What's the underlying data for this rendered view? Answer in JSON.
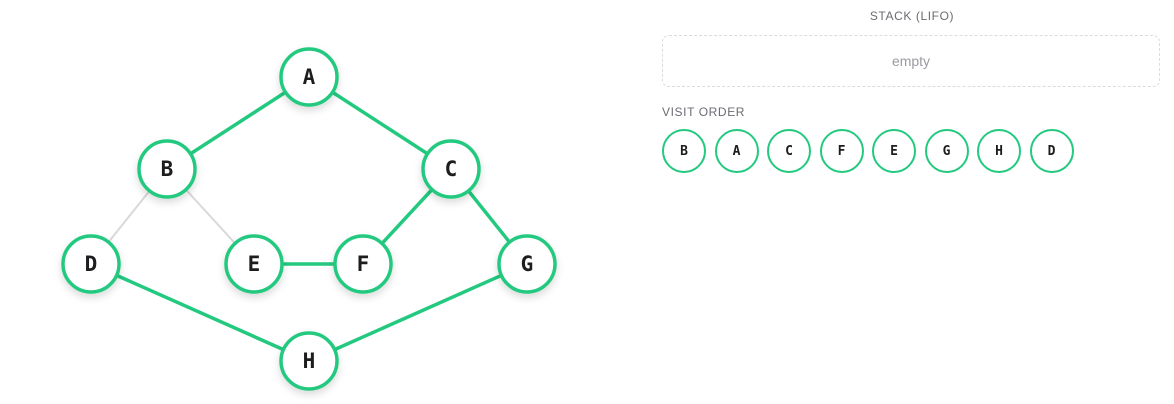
{
  "colors": {
    "visited": "#22c97f",
    "unvisited_edge": "#d9d9d9",
    "node_fill": "#ffffff",
    "text": "#1d1d1f"
  },
  "graph": {
    "nodes": [
      {
        "id": "A",
        "label": "A",
        "visited": true
      },
      {
        "id": "B",
        "label": "B",
        "visited": true
      },
      {
        "id": "C",
        "label": "C",
        "visited": true
      },
      {
        "id": "D",
        "label": "D",
        "visited": true
      },
      {
        "id": "E",
        "label": "E",
        "visited": true
      },
      {
        "id": "F",
        "label": "F",
        "visited": true
      },
      {
        "id": "G",
        "label": "G",
        "visited": true
      },
      {
        "id": "H",
        "label": "H",
        "visited": true
      }
    ],
    "edges": [
      {
        "from": "A",
        "to": "B",
        "traversed": true
      },
      {
        "from": "A",
        "to": "C",
        "traversed": true
      },
      {
        "from": "B",
        "to": "D",
        "traversed": false
      },
      {
        "from": "B",
        "to": "E",
        "traversed": false
      },
      {
        "from": "C",
        "to": "F",
        "traversed": true
      },
      {
        "from": "C",
        "to": "G",
        "traversed": true
      },
      {
        "from": "E",
        "to": "F",
        "traversed": true
      },
      {
        "from": "D",
        "to": "H",
        "traversed": true
      },
      {
        "from": "G",
        "to": "H",
        "traversed": true
      }
    ]
  },
  "stack": {
    "title": "STACK (LIFO)",
    "empty_text": "empty",
    "items": []
  },
  "visit_order": {
    "title": "VISIT ORDER",
    "items": [
      "B",
      "A",
      "C",
      "F",
      "E",
      "G",
      "H",
      "D"
    ]
  }
}
